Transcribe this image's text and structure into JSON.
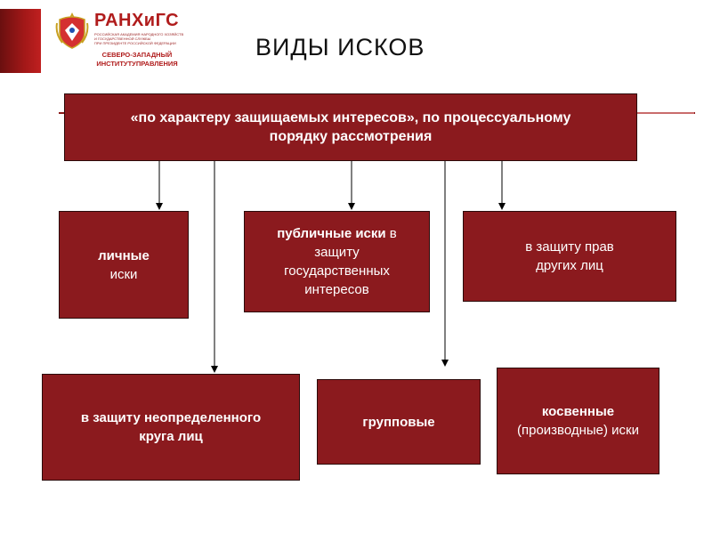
{
  "header": {
    "logo_title": "РАНХиГС",
    "logo_small_lines": [
      "РОССИЙСКАЯ АКАДЕМИЯ НАРОДНОГО ХОЗЯЙСТВА",
      "И ГОСУДАРСТВЕННОЙ СЛУЖБЫ",
      "ПРИ ПРЕЗИДЕНТЕ РОССИЙСКОЙ ФЕДЕРАЦИИ"
    ],
    "logo_sub_line1": "СЕВЕРО-ЗАПАДНЫЙ",
    "logo_sub_line2": "ИНСТИТУТУПРАВЛЕНИЯ",
    "title": "ВИДЫ ИСКОВ"
  },
  "colors": {
    "box_fill": "#8b1a1e",
    "brand_red": "#b01c1c",
    "connector": "#000000"
  },
  "diagram": {
    "root": {
      "line1": "«по характеру защищаемых интересов», по процессуальному",
      "line2": "порядку рассмотрения"
    },
    "nodes": {
      "personal": {
        "bold_line": "личные",
        "line2": "иски"
      },
      "public": {
        "bold_part": "публичные иски",
        "rest_part": " в",
        "line2": "защиту",
        "line3": "государственных",
        "line4": "интересов"
      },
      "others": {
        "line1": "в защиту прав",
        "line2": "других лиц"
      },
      "indefinite": {
        "line1": "в защиту неопределенного",
        "line2": "круга лиц"
      },
      "group": {
        "line1": "групповые"
      },
      "derivative": {
        "bold_line": "косвенные",
        "line2": "(производные) иски"
      }
    }
  }
}
